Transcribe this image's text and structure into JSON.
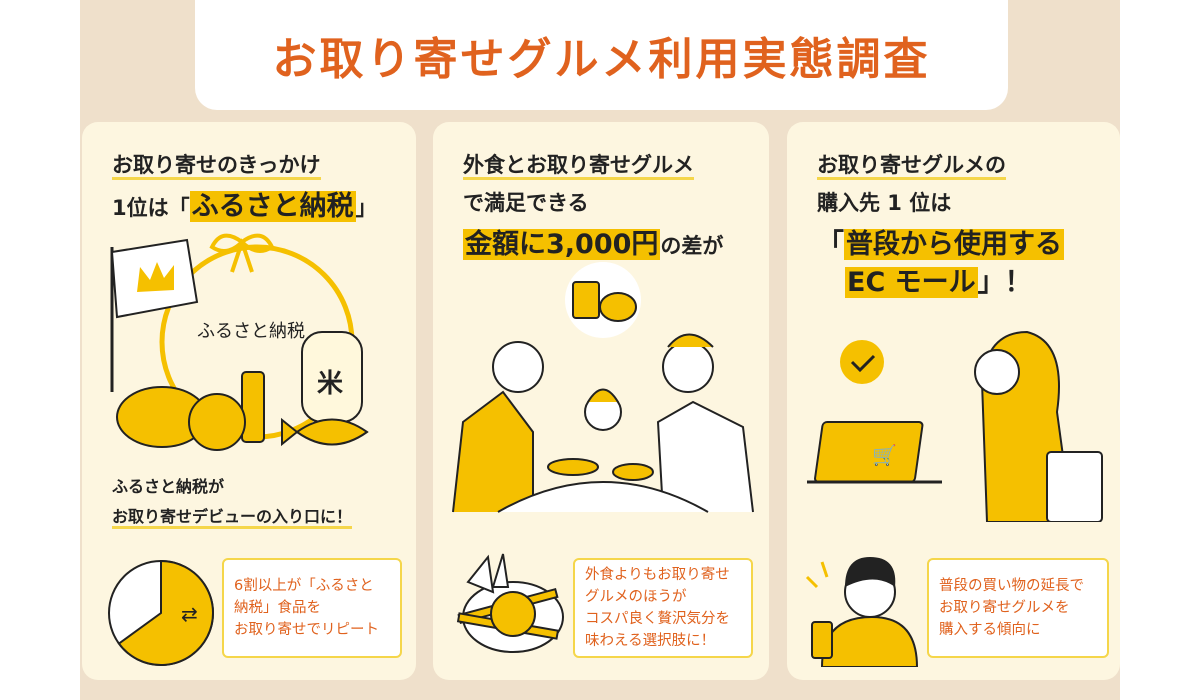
{
  "title": "お取り寄せグルメ利用実態調査",
  "colors": {
    "accent": "#f5c000",
    "title": "#e0621e",
    "background": "#efe0cb",
    "card": "#fdf6e0"
  },
  "cards": [
    {
      "line1": "お取り寄せのきっかけ",
      "line2_pre": "1位は「",
      "line2_hl": "ふるさと納税",
      "line2_post": "」",
      "illustration_label": "ふるさと納税",
      "rice_label": "米",
      "sub1": "ふるさと納税が",
      "sub2": "お取り寄せデビューの入り口に！",
      "pie_share_percent": 65,
      "note": [
        "6割以上が「ふるさと",
        "納税」食品を",
        "お取り寄せでリピート"
      ]
    },
    {
      "line1": "外食とお取り寄せグルメ",
      "line2": "で満足できる",
      "line3_hl": "金額に3,000円",
      "line3_post": "の差が",
      "note": [
        "外食よりもお取り寄せ",
        "グルメのほうが",
        "コスパ良く贅沢気分を",
        "味わえる選択肢に！"
      ]
    },
    {
      "line1": "お取り寄せグルメの",
      "line2": "購入先 1 位は",
      "line3_pre": "「",
      "line3_hl": "普段から使用する",
      "line4_hl": "EC モール",
      "line4_post": "」！",
      "note": [
        "普段の買い物の延長で",
        "お取り寄せグルメを",
        "購入する傾向に"
      ]
    }
  ]
}
